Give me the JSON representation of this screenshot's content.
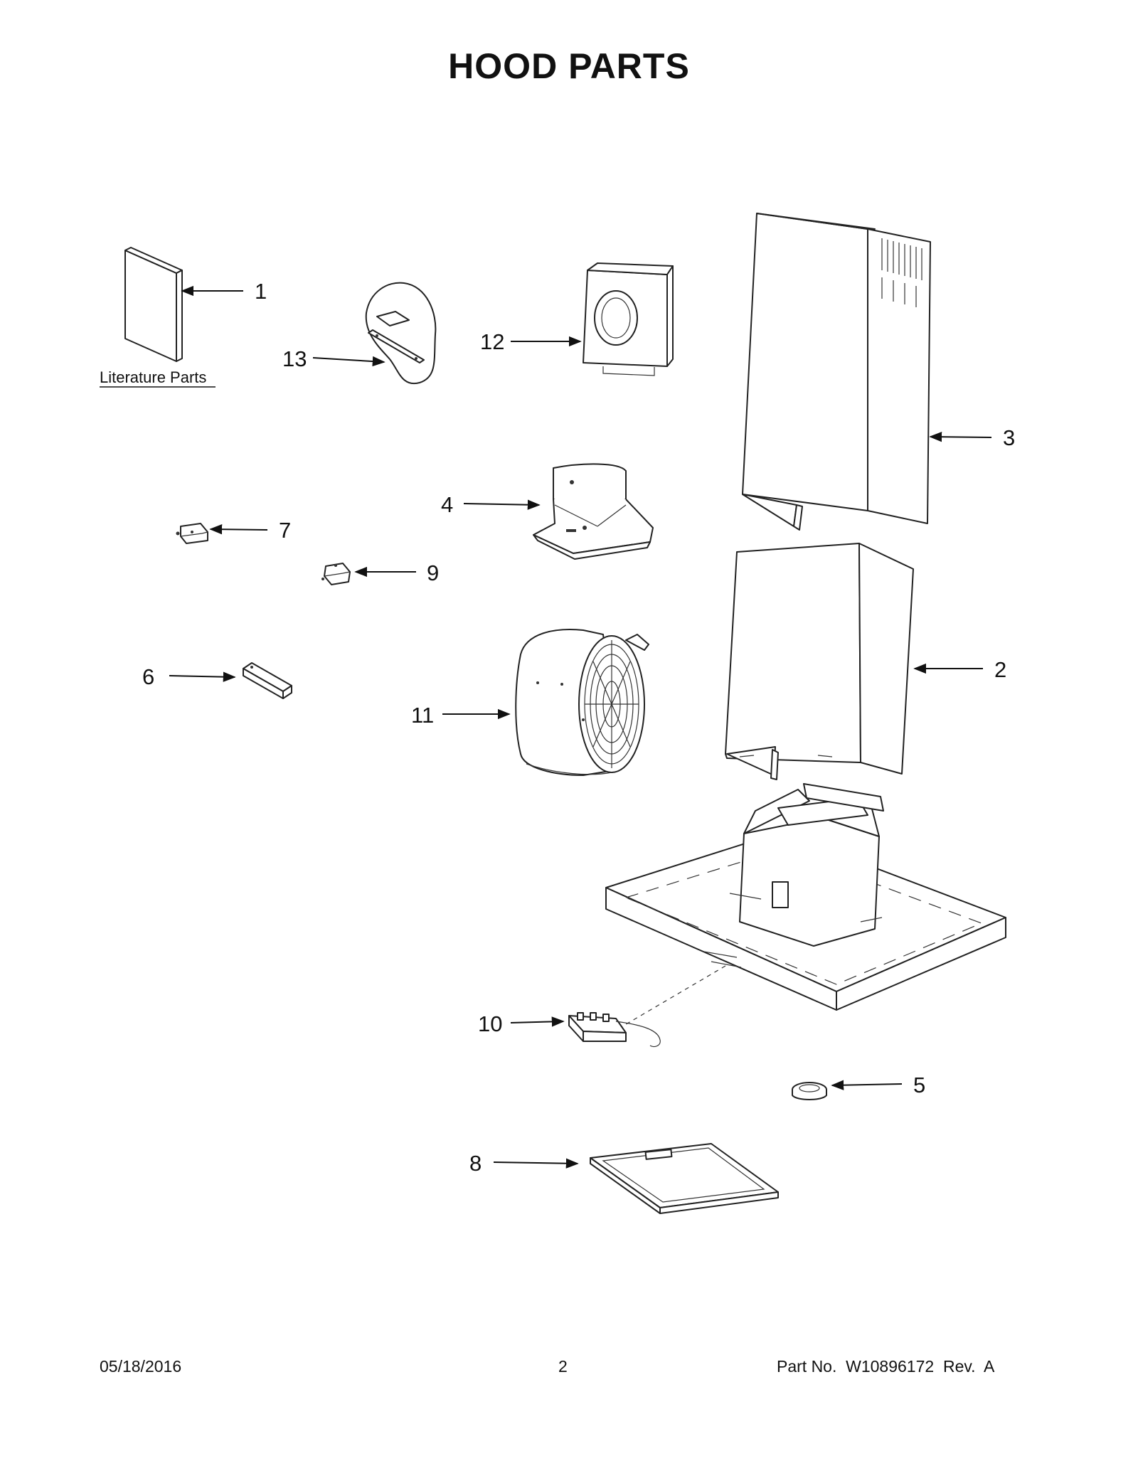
{
  "title": "HOOD PARTS",
  "literature_label": "Literature Parts",
  "callouts": {
    "p1": "1",
    "p2": "2",
    "p3": "3",
    "p4": "4",
    "p5": "5",
    "p6": "6",
    "p7": "7",
    "p8": "8",
    "p9": "9",
    "p10": "10",
    "p11": "11",
    "p12": "12",
    "p13": "13"
  },
  "footer": {
    "date": "05/18/2016",
    "page": "2",
    "part_no": "Part No.  W10896172  Rev.  A"
  }
}
